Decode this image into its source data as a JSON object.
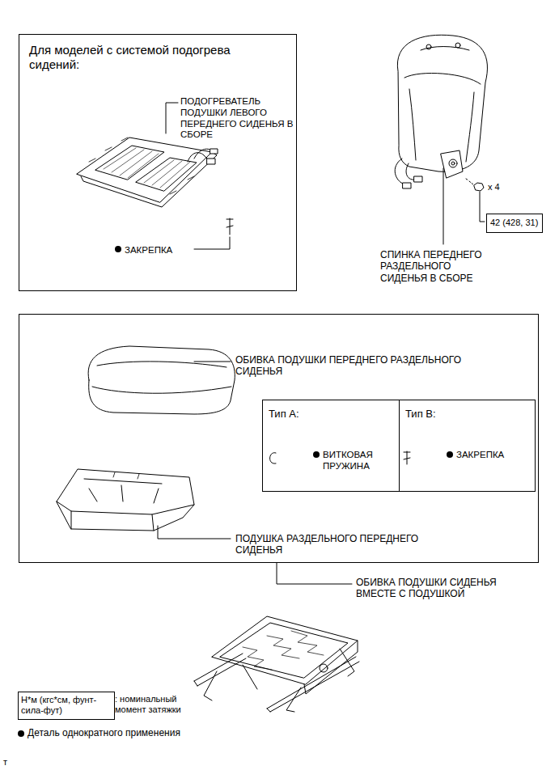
{
  "diagram": {
    "nodes": [
      {
        "text": [
          "Для моделей с системой подогрева сидений:",
          "ПОДОГРЕВАТЕЛЬ ПОДУШКИ ЛЕВОГО ПЕРЕДНЕГО СИДЕНЬЯ В СБОРЕ",
          "ЗАКРЕПКА"
        ]
      },
      {
        "text": [
          "ОБИВКА ПОДУШКИ ПЕРЕДНЕГО РАЗДЕЛЬНОГО СИДЕНЬЯ",
          "ПОДУШКА РАЗДЕЛЬНОГО ПЕРЕДНЕГО СИДЕНЬЯ"
        ]
      },
      {
        "text": [
          "Тип A:",
          "ВИТКОВАЯ ПРУЖИНА"
        ],
        "in": 1
      },
      {
        "text": [
          "Тип B:",
          "ЗАКРЕПКА"
        ],
        "in": 1
      },
      {
        "text": [
          "42 (428, 31)"
        ]
      },
      {
        "text": [
          "Н*м (кгс*см, фунт-сила-фут)"
        ]
      }
    ],
    "labels": [
      "x 4",
      "СПИНКА ПЕРЕДНЕГО РАЗДЕЛЬНОГО СИДЕНЬЯ В СБОРЕ",
      "ОБИВКА ПОДУШКИ СИДЕНЬЯ ВМЕСТЕ С ПОДУШКОЙ",
      ": номинальный момент затяжки",
      "т"
    ],
    "legend": [
      {
        "text": "Деталь однократного применения"
      }
    ]
  }
}
